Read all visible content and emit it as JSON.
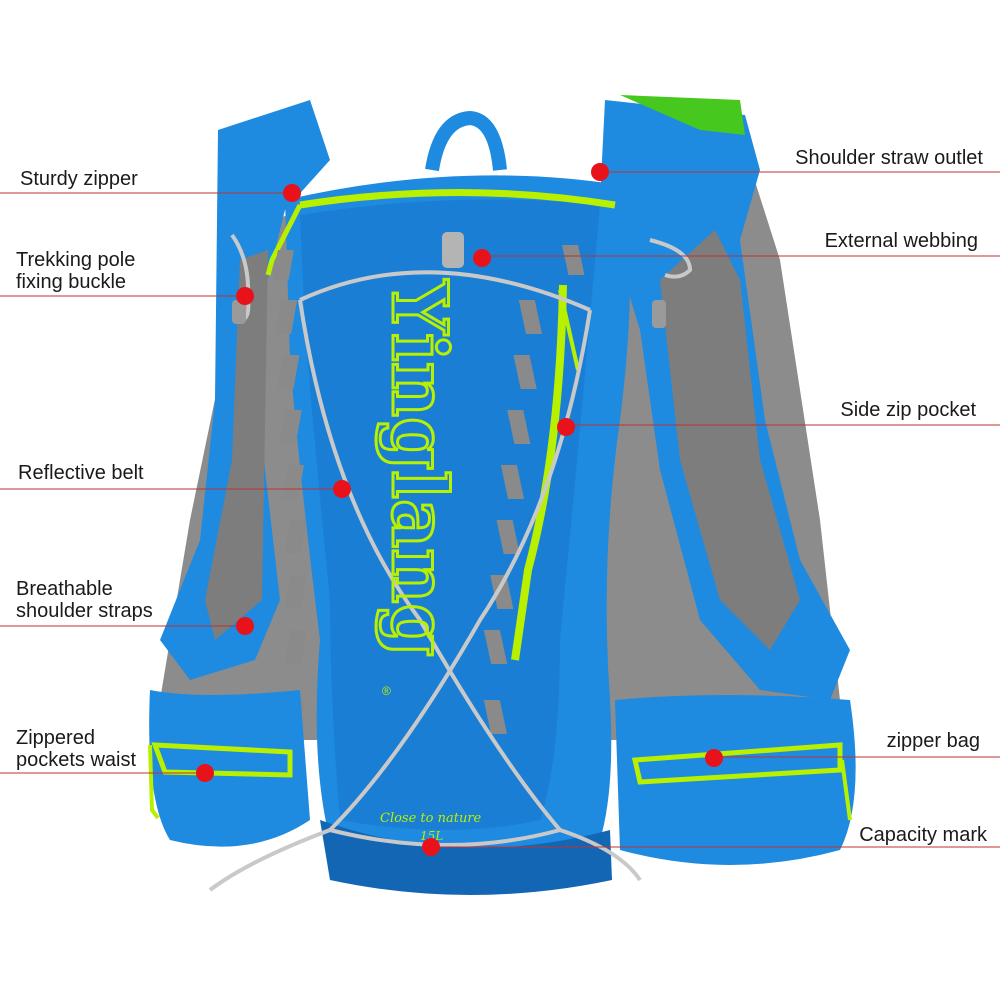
{
  "brand": {
    "logo_text": "Yinglang",
    "registered": "®",
    "slogan": "Close to nature",
    "capacity": "15L"
  },
  "colors": {
    "bag_blue": "#1e8be0",
    "bag_dark_blue": "#1366b4",
    "accent_green": "#b8f000",
    "mesh_gray": "#8c8c8c",
    "marker_red": "#e8121b",
    "leader_line": "#b33",
    "cord_gray": "#c9c9c9"
  },
  "labels": {
    "sturdy_zipper": "Sturdy zipper",
    "trekking_pole_line1": "Trekking pole",
    "trekking_pole_line2": "fixing buckle",
    "reflective_belt": "Reflective belt",
    "breathable_line1": "Breathable",
    "breathable_line2": "shoulder straps",
    "zippered_line1": "Zippered",
    "zippered_line2": "pockets waist",
    "shoulder_straw_outlet": "Shoulder straw outlet",
    "external_webbing": "External webbing",
    "side_zip_pocket": "Side zip pocket",
    "zipper_bag": "zipper bag",
    "capacity_mark": "Capacity mark"
  }
}
